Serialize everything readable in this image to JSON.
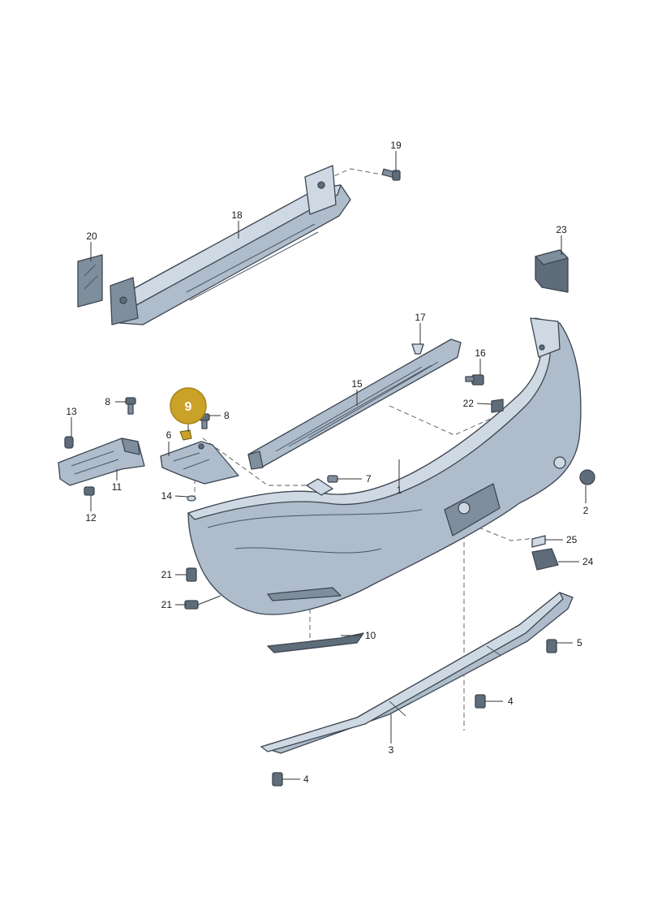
{
  "diagram": {
    "highlight": {
      "label": "9",
      "color": "#c9a227"
    },
    "callouts": [
      {
        "key": "c1",
        "label": "1"
      },
      {
        "key": "c2",
        "label": "2"
      },
      {
        "key": "c3",
        "label": "3"
      },
      {
        "key": "c4a",
        "label": "4"
      },
      {
        "key": "c4b",
        "label": "4"
      },
      {
        "key": "c5",
        "label": "5"
      },
      {
        "key": "c6",
        "label": "6"
      },
      {
        "key": "c7",
        "label": "7"
      },
      {
        "key": "c8a",
        "label": "8"
      },
      {
        "key": "c8b",
        "label": "8"
      },
      {
        "key": "c10",
        "label": "10"
      },
      {
        "key": "c11",
        "label": "11"
      },
      {
        "key": "c12",
        "label": "12"
      },
      {
        "key": "c13",
        "label": "13"
      },
      {
        "key": "c14",
        "label": "14"
      },
      {
        "key": "c15",
        "label": "15"
      },
      {
        "key": "c16",
        "label": "16"
      },
      {
        "key": "c17",
        "label": "17"
      },
      {
        "key": "c18",
        "label": "18"
      },
      {
        "key": "c19",
        "label": "19"
      },
      {
        "key": "c20",
        "label": "20"
      },
      {
        "key": "c21a",
        "label": "21"
      },
      {
        "key": "c21b",
        "label": "21"
      },
      {
        "key": "c22",
        "label": "22"
      },
      {
        "key": "c23",
        "label": "23"
      },
      {
        "key": "c24",
        "label": "24"
      },
      {
        "key": "c25",
        "label": "25"
      }
    ]
  }
}
